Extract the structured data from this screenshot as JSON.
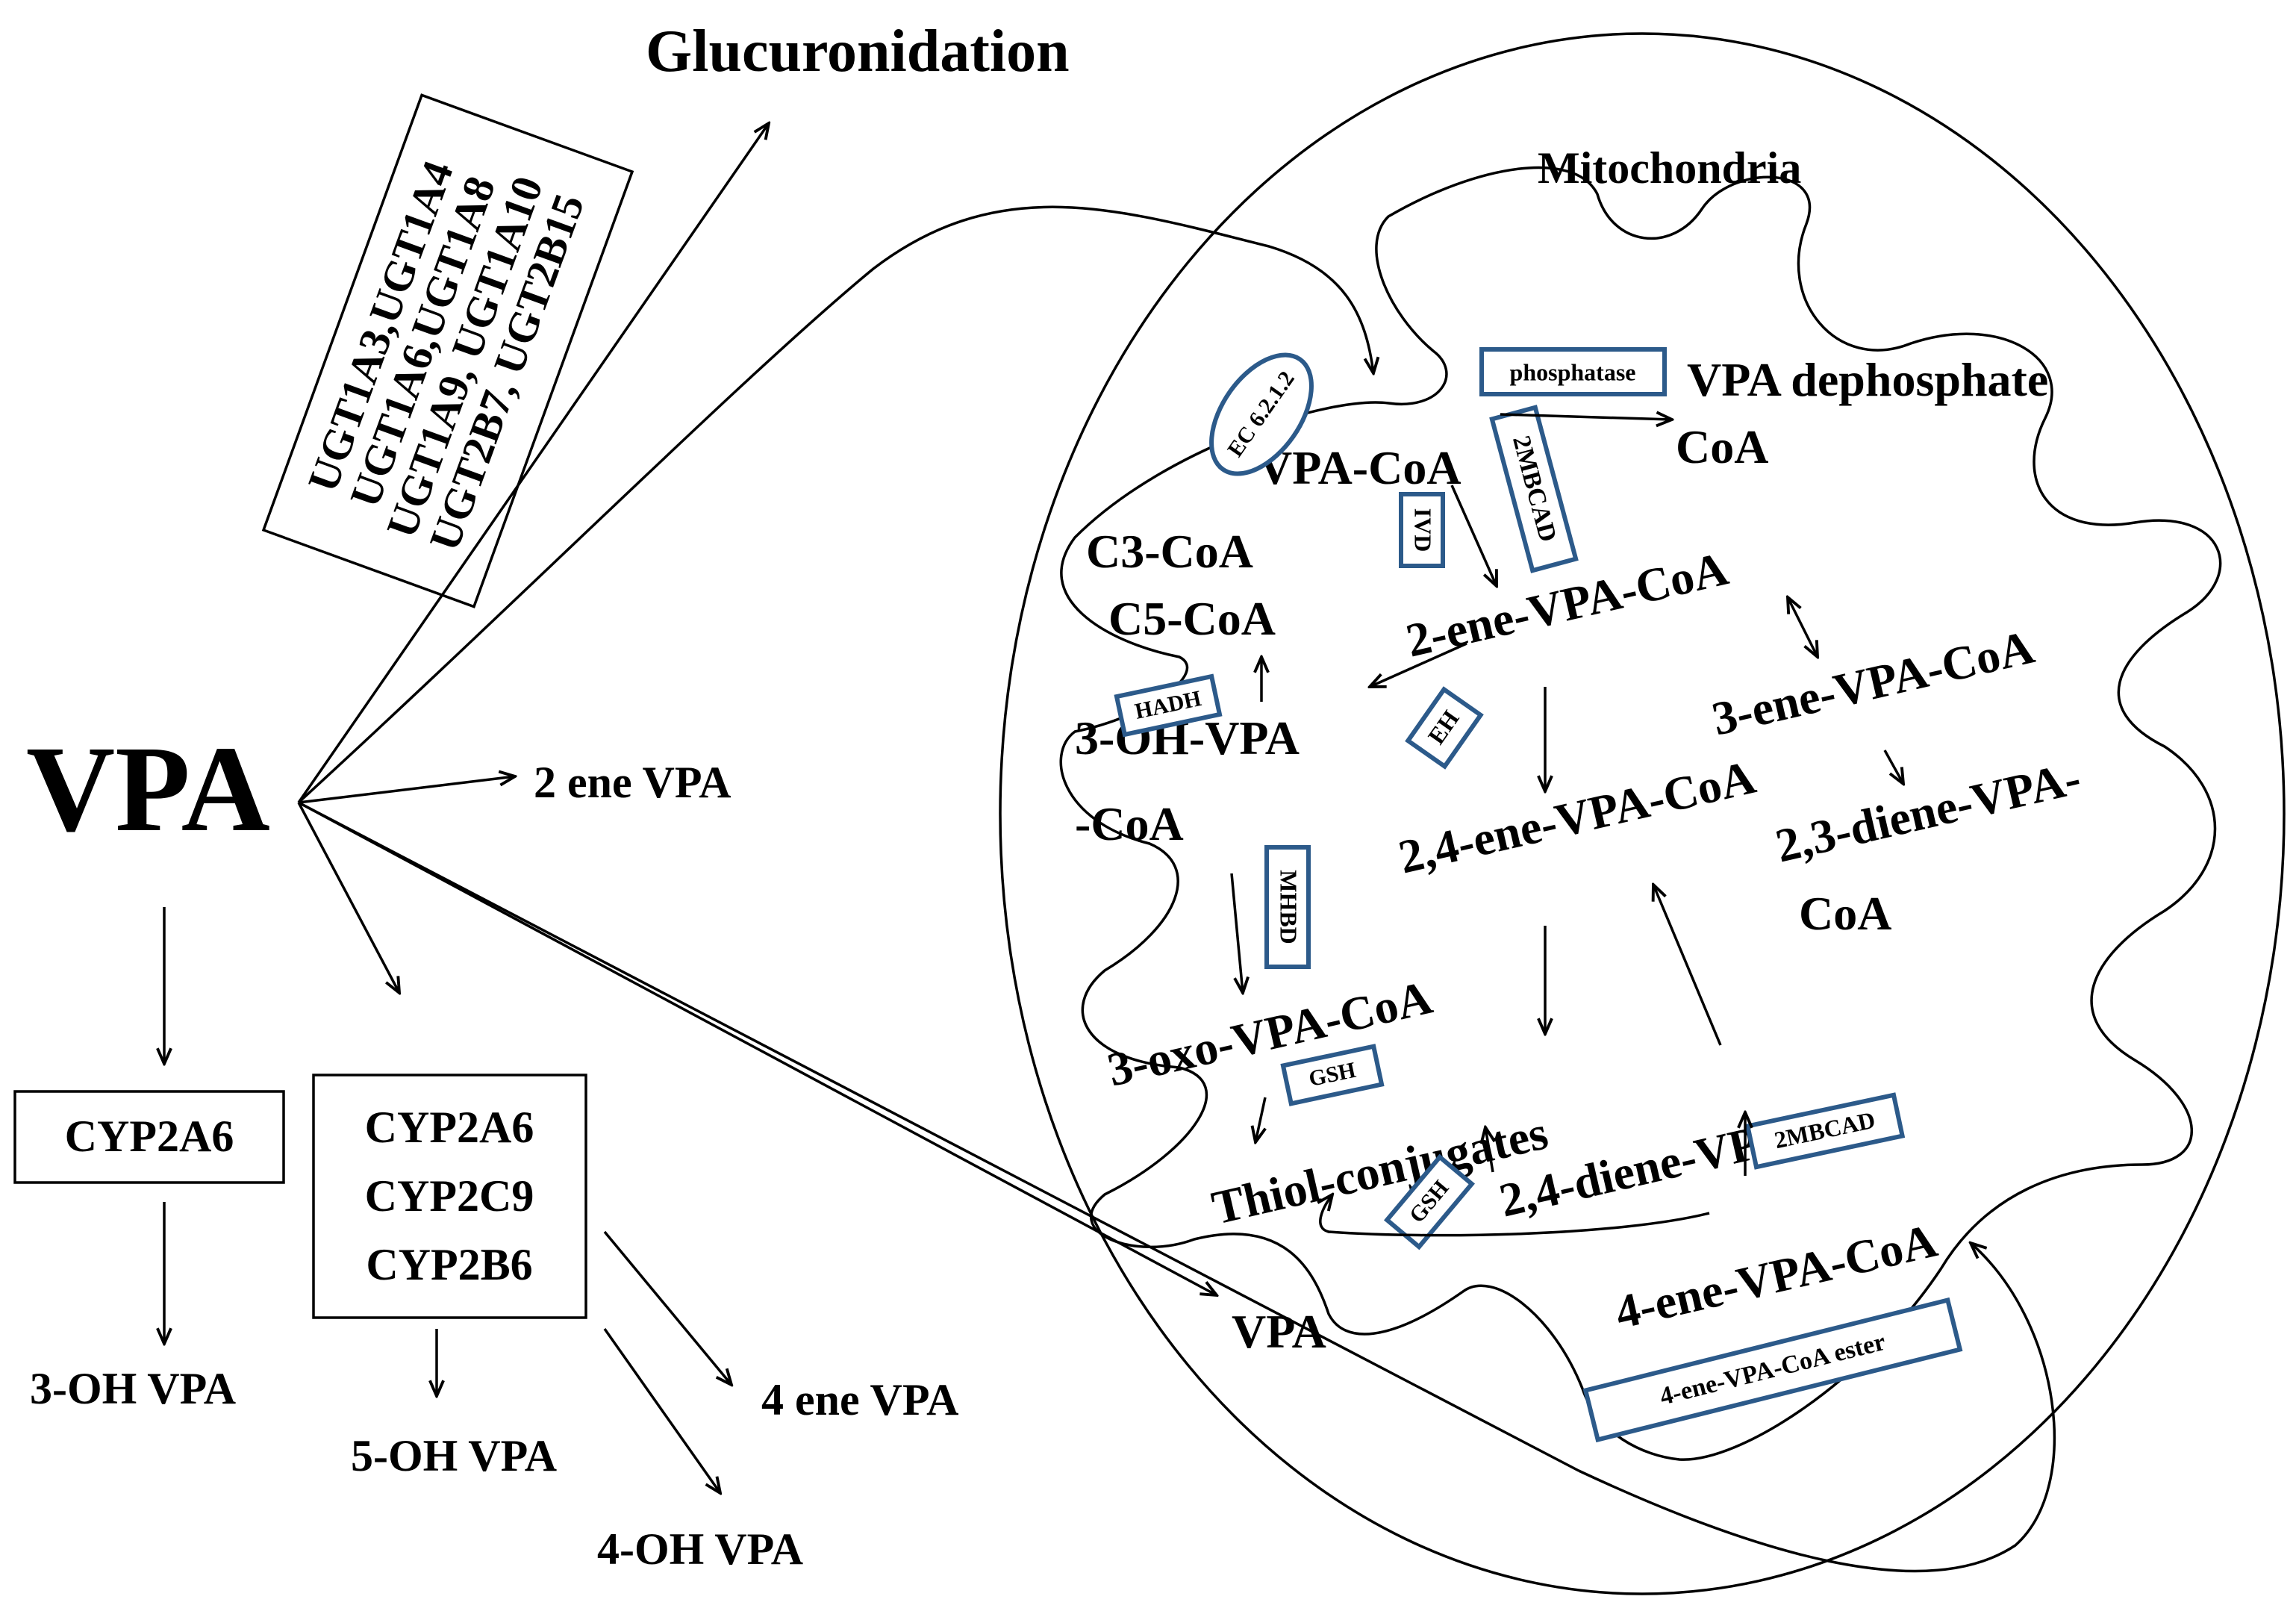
{
  "labels": {
    "vpa_main": "VPA",
    "glucuronidation": "Glucuronidation",
    "ugt_line1": "UGT1A3,UGT1A4",
    "ugt_line2": "UGT1A6,UGT1A8",
    "ugt_line3": "UGT1A9, UGT1A10",
    "ugt_line4": "UGT2B7, UGT2B15",
    "two_ene_vpa": "2 ene VPA",
    "cyp2a6_single": "CYP2A6",
    "cyp_multi_1": "CYP2A6",
    "cyp_multi_2": "CYP2C9",
    "cyp_multi_3": "CYP2B6",
    "three_oh_vpa": "3-OH VPA",
    "five_oh_vpa": "5-OH VPA",
    "four_ene_vpa": "4 ene VPA",
    "four_oh_vpa": "4-OH VPA",
    "mitochondria": "Mitochondria",
    "vpa_coa": "VPA-CoA",
    "vpa_dephosphate": "VPA dephosphate",
    "coa": "CoA",
    "c3_coa": "C3-CoA",
    "c5_coa": "C5-CoA",
    "two_ene_vpa_coa": "2-ene-VPA-CoA",
    "three_ene_vpa_coa": "3-ene-VPA-CoA",
    "three_oh_vpa_coa_1": "3-OH-VPA",
    "three_oh_vpa_coa_2": "-CoA",
    "two_four_ene_vpa_coa": "2,4-ene-VPA-CoA",
    "two_three_diene_1": "2,3-diene-VPA-",
    "two_three_diene_2": "CoA",
    "three_oxo_vpa_coa": "3-oxo-VPA-CoA",
    "thiol_conjugates": "Thiol-conjugates",
    "two_four_diene_vpa_coa": "2,4-diene-VPA-CoA",
    "four_ene_vpa_coa": "4-ene-VPA-CoA",
    "vpa_mito": "VPA"
  },
  "enzymes": {
    "ec": "EC 6.2.1.2",
    "phosphatase": "phosphatase",
    "ivd": "IVD",
    "mbcad_top": "2MBCAD",
    "hadh": "HADH",
    "eh": "EH",
    "mhbd": "MHBD",
    "gsh_1": "GSH",
    "gsh_2": "GSH",
    "mbcad_bottom": "2MBCAD",
    "four_ene_ester": "4-ene-VPA-CoA ester"
  },
  "colors": {
    "enzyme_box": "#2c5a8a",
    "text": "#000000"
  }
}
